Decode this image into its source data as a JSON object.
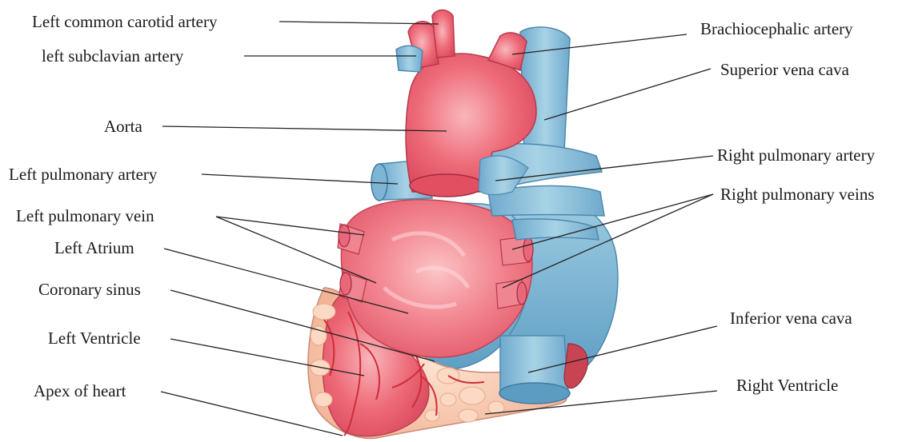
{
  "labels": {
    "left_common_carotid": "Left common carotid artery",
    "left_subclavian": "left subclavian artery",
    "aorta": "Aorta",
    "left_pulmonary_artery": "Left pulmonary artery",
    "left_pulmonary_vein": "Left pulmonary vein",
    "left_atrium": "Left Atrium",
    "coronary_sinus": "Coronary sinus",
    "left_ventricle": "Left Ventricle",
    "apex": "Apex of heart",
    "brachiocephalic": "Brachiocephalic artery",
    "superior_vena_cava": "Superior vena cava",
    "right_pulmonary_artery": "Right pulmonary artery",
    "right_pulmonary_veins": "Right pulmonary veins",
    "inferior_vena_cava": "Inferior vena cava",
    "right_ventricle": "Right Ventricle"
  },
  "colors": {
    "artery_red": "#ee5a6a",
    "artery_red_light": "#f59aa0",
    "artery_red_dark": "#c83246",
    "vein_blue": "#8ec3dc",
    "vein_blue_dark": "#5f9fc4",
    "fat_tissue": "#f6c6aa",
    "vessel_on_fat": "#d63a3a",
    "leader_line": "#222222"
  }
}
